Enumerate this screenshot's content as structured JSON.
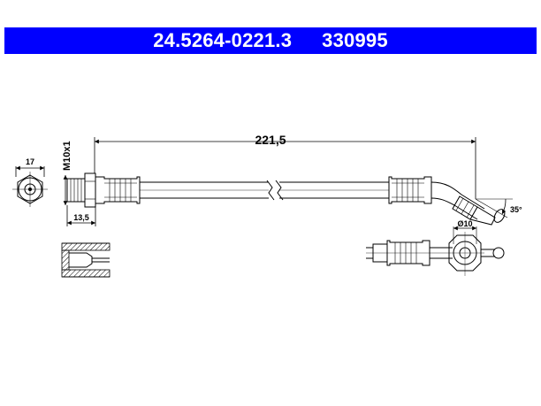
{
  "header": {
    "part_number": "24.5264-0221.3",
    "ref_number": "330995",
    "background_color": "#0000ff",
    "text_color": "#ffffff"
  },
  "dimensions": {
    "overall_length": "221,5",
    "thread": "M10x1",
    "hex_size": "17",
    "fitting_length": "13,5",
    "bore_diameter": "Ø10",
    "bend_angle": "35°"
  }
}
